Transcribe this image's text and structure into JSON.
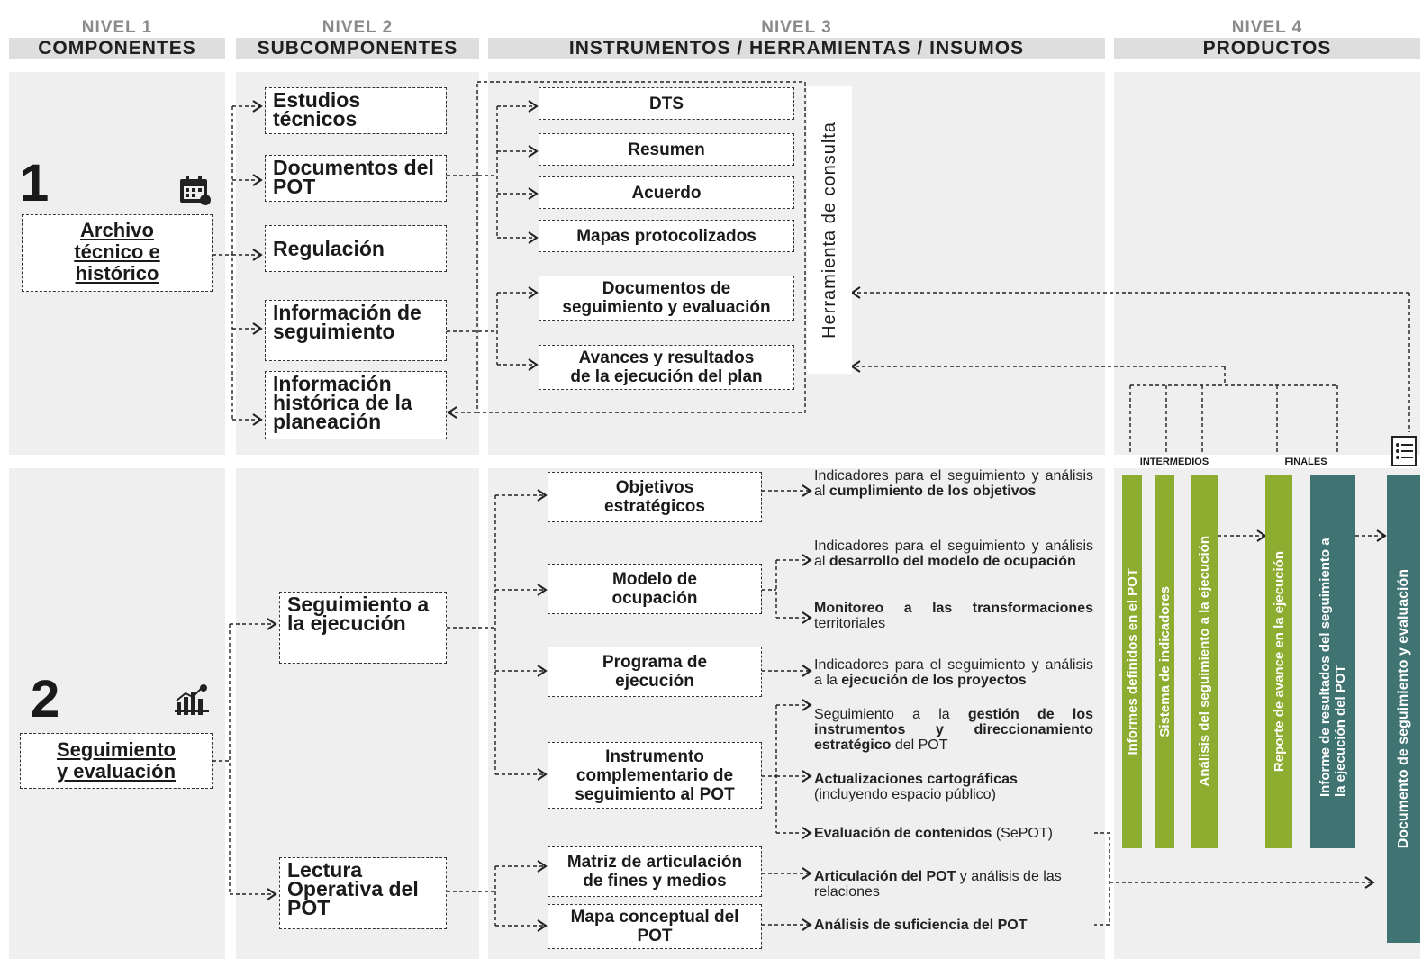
{
  "headers": {
    "n1": {
      "level": "NIVEL 1",
      "title": "COMPONENTES"
    },
    "n2": {
      "level": "NIVEL 2",
      "title": "SUBCOMPONENTES"
    },
    "n3": {
      "level": "NIVEL 3",
      "title": "INSTRUMENTOS / HERRAMIENTAS / INSUMOS"
    },
    "n4": {
      "level": "NIVEL 4",
      "title": "PRODUCTOS"
    }
  },
  "component1": {
    "number": "1",
    "label_line1": "Archivo",
    "label_line2": "técnico e",
    "label_line3": "histórico",
    "icon": "calendar-icon",
    "subcomponents": [
      "Estudios técnicos",
      "Documentos del POT",
      "Regulación",
      "Información de seguimiento",
      "Información histórica de la planeación"
    ],
    "instruments": [
      "DTS",
      "Resumen",
      "Acuerdo",
      "Mapas protocolizados"
    ],
    "monitoring_docs_l1": "Documentos de",
    "monitoring_docs_l2": "seguimiento y evaluación",
    "progress_l1": "Avances y resultados",
    "progress_l2": "de la ejecución del plan",
    "consult_tool": "Herramienta de consulta"
  },
  "component2": {
    "number": "2",
    "label_line1": "Seguimiento",
    "label_line2": "y evaluación",
    "icon": "chart-analysis-icon",
    "sub_a": "Seguimiento a la ejecución",
    "sub_b": "Lectura Operativa del POT",
    "instruments": {
      "objetivos_l1": "Objetivos",
      "objetivos_l2": "estratégicos",
      "modelo_l1": "Modelo de",
      "modelo_l2": "ocupación",
      "programa_l1": "Programa de",
      "programa_l2": "ejecución",
      "instrumento_l1": "Instrumento",
      "instrumento_l2": "complementario de",
      "instrumento_l3": "seguimiento al POT",
      "matriz_l1": "Matriz de articulación",
      "matriz_l2": "de fines y medios",
      "mapa_l1": "Mapa conceptual del",
      "mapa_l2": "POT"
    },
    "outputs": {
      "o1_a": "Indicadores para el seguimiento y análisis al ",
      "o1_b": "cumplimiento de los objetivos",
      "o2_a": "Indicadores para el seguimiento y análisis al ",
      "o2_b": "desarrollo del modelo de ocupación",
      "o3_a": "Monitoreo a las transformaciones",
      "o3_b": " territoriales",
      "o4_a": "Indicadores para el seguimiento y análisis a la ",
      "o4_b": "ejecución de los proyectos",
      "o5_a": "Seguimiento a la ",
      "o5_b": "gestión de los instrumentos y direccionamiento estratégico",
      "o5_c": " del POT",
      "o6_a": "Actualizaciones cartográficas",
      "o6_b": "(incluyendo espacio público)",
      "o7_a": "Evaluación de contenidos",
      "o7_b": " (SePOT)",
      "o8_a": "Articulación del POT",
      "o8_b": " y análisis de las relaciones",
      "o9_a": "Análisis de suficiencia del POT"
    }
  },
  "products": {
    "intermedios_label": "INTERMEDIOS",
    "finales_label": "FINALES",
    "intermedios": [
      "Informes definidos en el POT",
      "Sistema de indicadores",
      "Análisis del seguimiento a la ejecución"
    ],
    "finales": [
      "Reporte de avance en la ejecución",
      "Informe de resultados del seguimiento a la ejecución del POT"
    ],
    "final_document": "Documento de seguimiento y evaluación",
    "doc_icon": "document-list-icon"
  },
  "colors": {
    "green": "#8cad2f",
    "teal": "#3f7472",
    "band": "#efefef"
  }
}
